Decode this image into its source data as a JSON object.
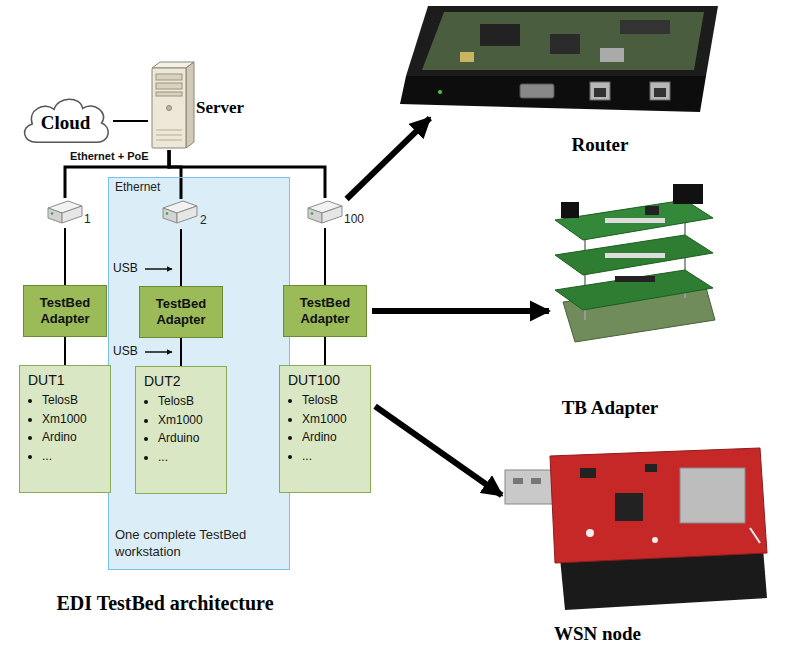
{
  "diagram": {
    "caption": "EDI TestBed architecture",
    "nodes": [
      {
        "text": [
          "Cloud"
        ]
      },
      {
        "text": [
          "Server"
        ]
      },
      {
        "text": [
          "Ethernet",
          "One complete TestBed workstation"
        ]
      },
      {
        "text": [
          "1"
        ]
      },
      {
        "text": [
          "2"
        ],
        "in": 2
      },
      {
        "text": [
          "100"
        ]
      },
      {
        "text": [
          "TestBed Adapter"
        ]
      },
      {
        "text": [
          "TestBed Adapter"
        ],
        "in": 2
      },
      {
        "text": [
          "TestBed Adapter"
        ]
      },
      {
        "text": [
          "DUT1",
          "TelosB",
          "Xm1000",
          "Ardino",
          "..."
        ]
      },
      {
        "text": [
          "DUT2",
          "TelosB",
          "Xm1000",
          "Arduino",
          "..."
        ],
        "in": 2
      },
      {
        "text": [
          "DUT100",
          "TelosB",
          "Xm1000",
          "Ardino",
          "..."
        ]
      },
      {
        "text": [
          "Router"
        ]
      },
      {
        "text": [
          "TB Adapter"
        ]
      },
      {
        "text": [
          "WSN node"
        ]
      }
    ],
    "edges": [
      {
        "from": 0,
        "to": 1,
        "arrow": "none"
      },
      {
        "from": 1,
        "to": 3,
        "arrow": "none"
      },
      {
        "from": 1,
        "to": 4,
        "arrow": "none"
      },
      {
        "from": 1,
        "to": 5,
        "arrow": "none"
      },
      {
        "from": 3,
        "to": 6,
        "arrow": "none"
      },
      {
        "from": 4,
        "to": 7,
        "arrow": "none"
      },
      {
        "from": 5,
        "to": 8,
        "arrow": "none"
      },
      {
        "from": 6,
        "to": 9,
        "arrow": "none"
      },
      {
        "from": 7,
        "to": 10,
        "arrow": "none"
      },
      {
        "from": 8,
        "to": 11,
        "arrow": "none"
      },
      {
        "from": 5,
        "to": 12,
        "arrow": "to"
      },
      {
        "from": 8,
        "to": 13,
        "arrow": "to"
      },
      {
        "from": 11,
        "to": 14,
        "arrow": "to"
      }
    ],
    "labels": [
      "Ethernet + PoE",
      "USB",
      "USB"
    ]
  }
}
